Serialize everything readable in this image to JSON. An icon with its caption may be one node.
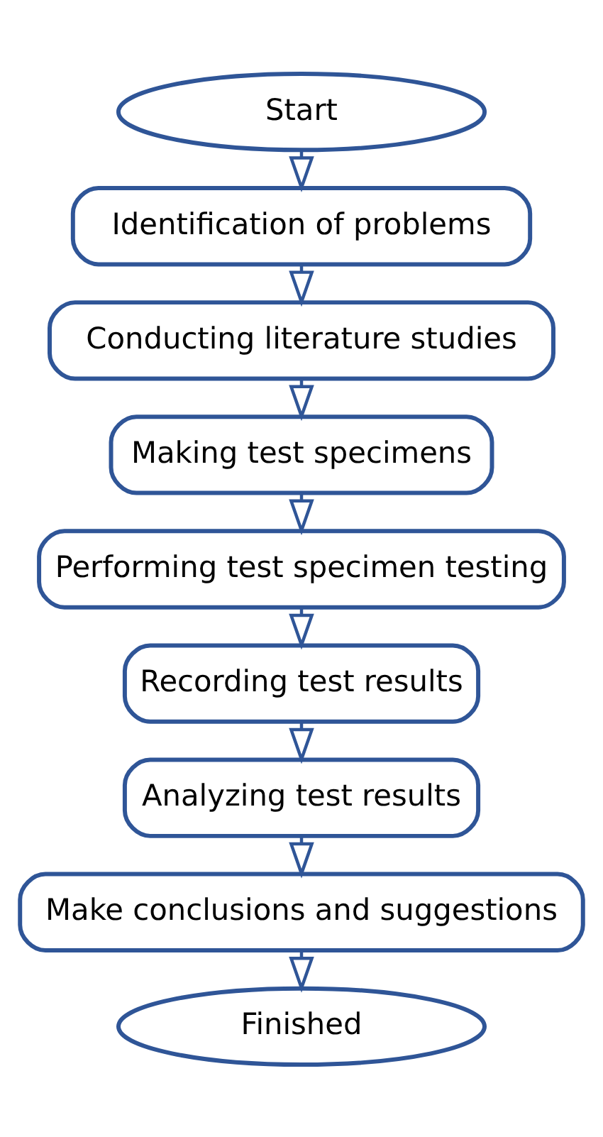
{
  "diagram": {
    "nodes": [
      {
        "text": [
          "Start"
        ]
      },
      {
        "text": [
          "Identification of problems"
        ]
      },
      {
        "text": [
          "Conducting literature studies"
        ]
      },
      {
        "text": [
          "Making test specimens"
        ]
      },
      {
        "text": [
          "Performing test specimen testing"
        ]
      },
      {
        "text": [
          "Recording test results"
        ]
      },
      {
        "text": [
          "Analyzing test results"
        ]
      },
      {
        "text": [
          "Make conclusions and suggestions"
        ]
      },
      {
        "text": [
          "Finished"
        ]
      }
    ],
    "edges": [
      {
        "from": 0,
        "to": 1,
        "arrow": "to"
      },
      {
        "from": 1,
        "to": 2,
        "arrow": "to"
      },
      {
        "from": 2,
        "to": 3,
        "arrow": "to"
      },
      {
        "from": 3,
        "to": 4,
        "arrow": "to"
      },
      {
        "from": 4,
        "to": 5,
        "arrow": "to"
      },
      {
        "from": 5,
        "to": 6,
        "arrow": "to"
      },
      {
        "from": 6,
        "to": 7,
        "arrow": "to"
      },
      {
        "from": 7,
        "to": 8,
        "arrow": "to"
      }
    ]
  }
}
